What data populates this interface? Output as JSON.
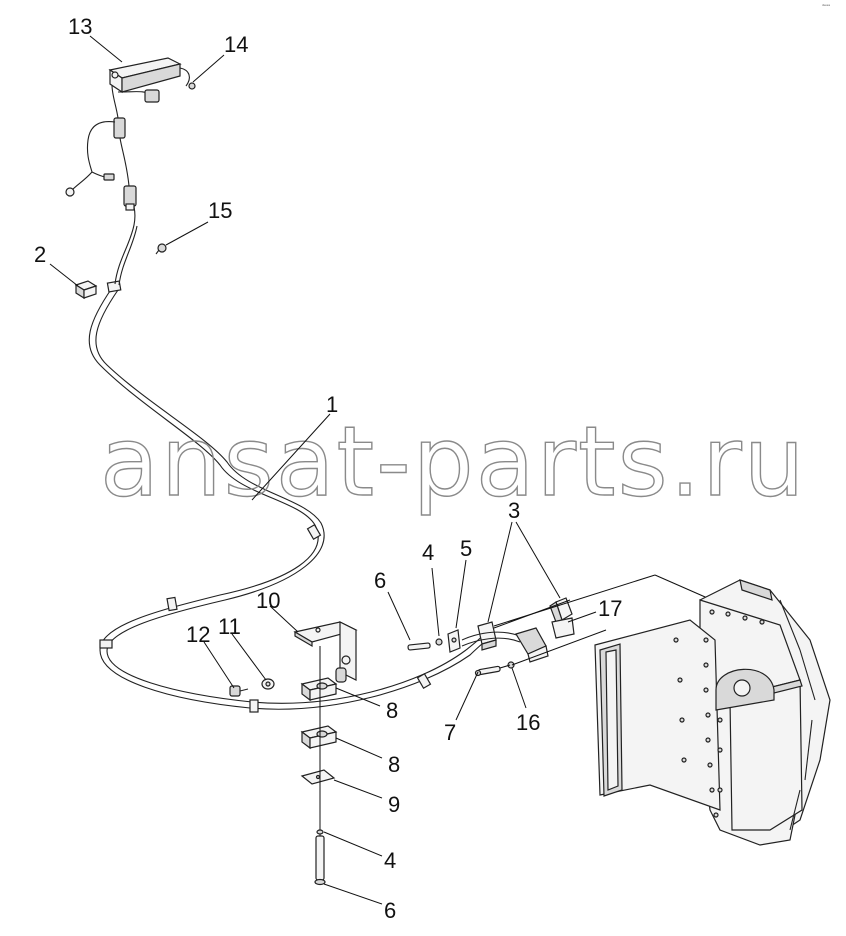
{
  "watermark": "ansat-parts.ru",
  "corner_mark": "ᵈᵉᵃᵃ",
  "callouts": [
    {
      "id": "c13",
      "label": "13"
    },
    {
      "id": "c14",
      "label": "14"
    },
    {
      "id": "c15",
      "label": "15"
    },
    {
      "id": "c2",
      "label": "2"
    },
    {
      "id": "c1",
      "label": "1"
    },
    {
      "id": "c3",
      "label": "3"
    },
    {
      "id": "c4a",
      "label": "4"
    },
    {
      "id": "c5",
      "label": "5"
    },
    {
      "id": "c6a",
      "label": "6"
    },
    {
      "id": "c10",
      "label": "10"
    },
    {
      "id": "c17",
      "label": "17"
    },
    {
      "id": "c11",
      "label": "11"
    },
    {
      "id": "c12",
      "label": "12"
    },
    {
      "id": "c8a",
      "label": "8"
    },
    {
      "id": "c7",
      "label": "7"
    },
    {
      "id": "c16",
      "label": "16"
    },
    {
      "id": "c8b",
      "label": "8"
    },
    {
      "id": "c9",
      "label": "9"
    },
    {
      "id": "c4b",
      "label": "4"
    },
    {
      "id": "c6b",
      "label": "6"
    }
  ]
}
